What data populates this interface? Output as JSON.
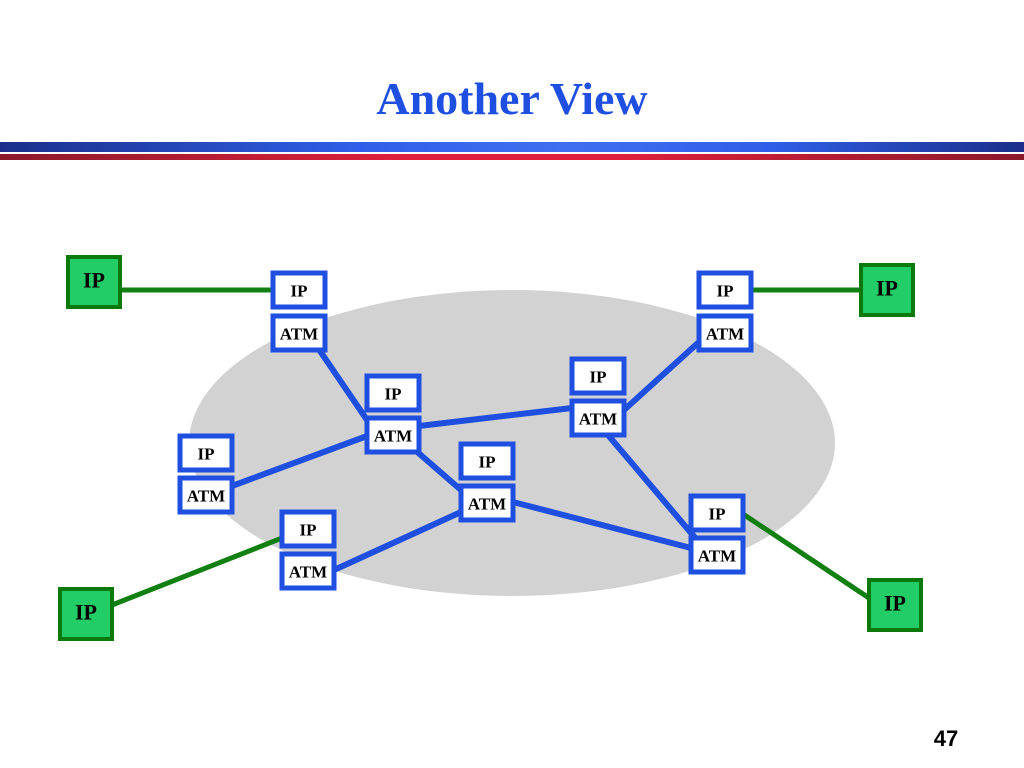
{
  "slide": {
    "title": "Another View",
    "page_number": "47"
  },
  "colors": {
    "title": "#1f4fe0",
    "atm_link": "#1f4fe0",
    "ip_link": "#118011",
    "cloud": "#d2d2d2",
    "ip_host_fill": "#22cc66",
    "ip_host_border": "#0b7a0b",
    "switch_border": "#1f4fe0"
  },
  "diagram": {
    "switch_label_top": "IP",
    "switch_label_bottom": "ATM",
    "host_label": "IP"
  }
}
